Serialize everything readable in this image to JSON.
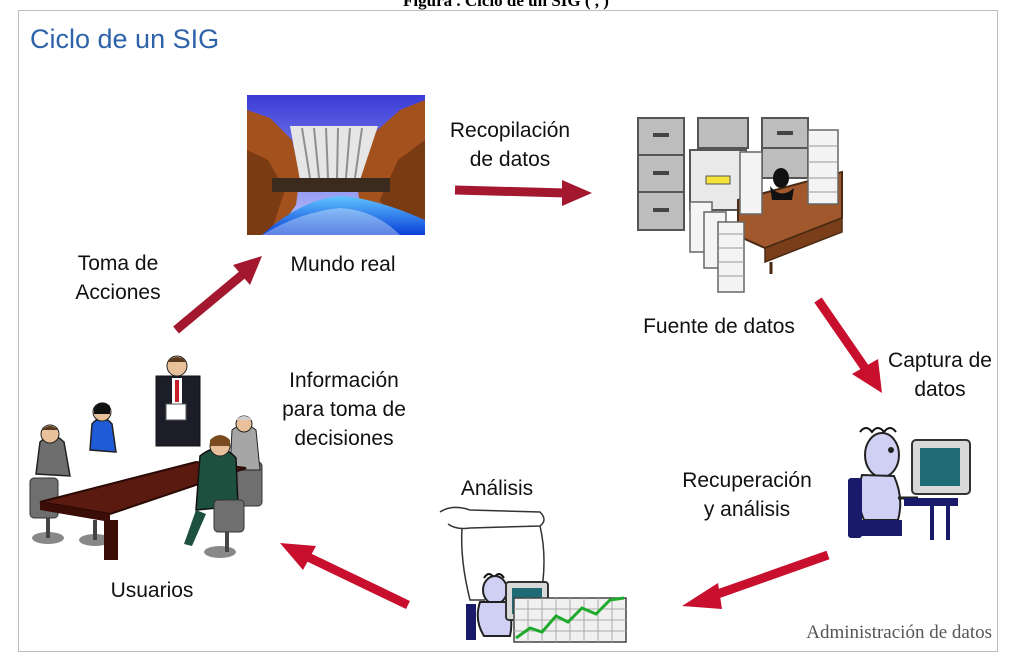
{
  "header_text": "Figura . Ciclo de un SIG (       ,       )",
  "title": "Ciclo de un SIG",
  "nodes": {
    "mundo_real": "Mundo real",
    "recopilacion_1": "Recopilación",
    "recopilacion_2": "de datos",
    "fuente_datos": "Fuente de datos",
    "captura_1": "Captura de",
    "captura_2": "datos",
    "recuperacion_1": "Recuperación",
    "recuperacion_2": "y análisis",
    "analisis": "Análisis",
    "informacion_1": "Información",
    "informacion_2": "para toma de",
    "informacion_3": "decisiones",
    "usuarios": "Usuarios",
    "toma_1": "Toma de",
    "toma_2": "Acciones"
  },
  "footer": "Administración de datos",
  "colors": {
    "title": "#2e63a9",
    "arrow": "#a3182f",
    "arrow_bright": "#c8102e"
  }
}
